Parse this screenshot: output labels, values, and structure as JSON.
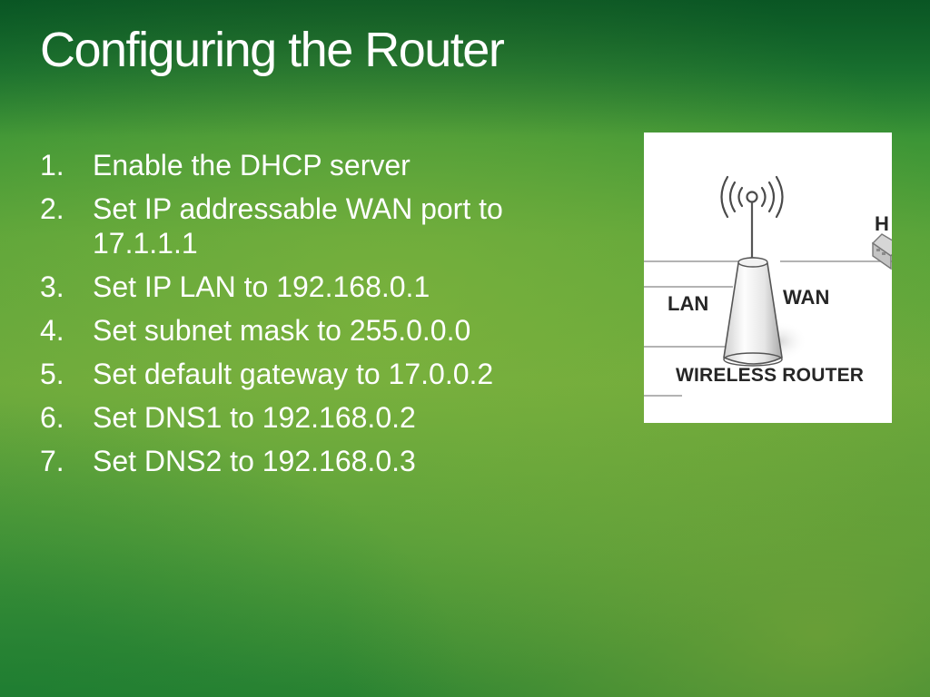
{
  "slide": {
    "title": "Configuring the Router",
    "steps": [
      {
        "number": "1.",
        "text": "Enable the DHCP server"
      },
      {
        "number": "2.",
        "text": "Set IP addressable WAN port to 17.1.1.1"
      },
      {
        "number": "3.",
        "text": "Set IP LAN to 192.168.0.1"
      },
      {
        "number": "4.",
        "text": "Set subnet mask to 255.0.0.0"
      },
      {
        "number": "5.",
        "text": "Set default gateway to 17.0.0.2"
      },
      {
        "number": "6.",
        "text": "Set DNS1 to 192.168.0.2"
      },
      {
        "number": "7.",
        "text": "Set DNS2 to 192.168.0.3"
      }
    ],
    "figure": {
      "lan_label": "LAN",
      "wan_label": "WAN",
      "router_label": "WIRELESS ROUTER",
      "partial_label": "H",
      "icons": [
        "wireless-signal-icon",
        "router-icon",
        "switch-icon"
      ]
    }
  }
}
